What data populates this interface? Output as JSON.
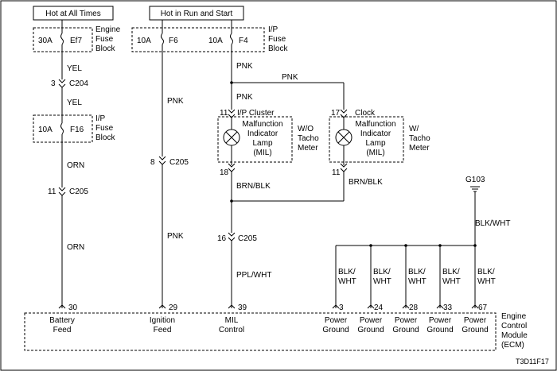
{
  "top_labels": {
    "hot_always": "Hot at All Times",
    "hot_run": "Hot in Run and Start"
  },
  "engine_fuse_block": {
    "amp": "30A",
    "fuse": "Ef7",
    "label": [
      "Engine",
      "Fuse",
      "Block"
    ]
  },
  "ip_fuse_block_top": {
    "amp1": "10A",
    "fuse1": "F6",
    "amp2": "10A",
    "fuse2": "F4",
    "label": [
      "I/P",
      "Fuse",
      "Block"
    ]
  },
  "ip_fuse_block_left": {
    "amp": "10A",
    "fuse": "F16",
    "label": [
      "I/P",
      "Fuse",
      "Block"
    ]
  },
  "wires": {
    "yel_1": "YEL",
    "yel_2": "YEL",
    "c204_pin": "3",
    "c204": "C204",
    "orn_1": "ORN",
    "orn_2": "ORN",
    "c205_left_pin": "11",
    "c205_left": "C205",
    "pnk_mid_1": "PNK",
    "pnk_mid_2": "PNK",
    "c205_mid_pin": "8",
    "c205_mid": "C205",
    "pnk_f4": "PNK",
    "pnk_bridge": "PNK",
    "pnk_down": "PNK",
    "brnblk_1": "BRN/BLK",
    "brnblk_2": "BRN/BLK",
    "c205_mil_pin": "16",
    "c205_mil": "C205",
    "pplwht": "PPL/WHT",
    "g103": "G103",
    "blkwht_main": "BLK/WHT",
    "blkwht_branch": [
      "BLK/",
      "WHT"
    ]
  },
  "cluster_left": {
    "pin_top": "11",
    "connector": "I/P Cluster",
    "lamp": [
      "Malfunction",
      "Indicator",
      "Lamp",
      "(MIL)"
    ],
    "variant": [
      "W/O",
      "Tacho",
      "Meter"
    ],
    "pin_bottom": "18"
  },
  "cluster_right": {
    "pin_top": "17",
    "connector": "Clock",
    "lamp": [
      "Malfunction",
      "Indicator",
      "Lamp",
      "(MIL)"
    ],
    "variant": [
      "W/",
      "Tacho",
      "Meter"
    ],
    "pin_bottom": "11"
  },
  "ecm": {
    "pins": [
      "30",
      "29",
      "39",
      "3",
      "24",
      "28",
      "33",
      "67"
    ],
    "labels": [
      [
        "Battery",
        "Feed"
      ],
      [
        "Ignition",
        "Feed"
      ],
      [
        "MIL",
        "Control"
      ],
      [
        "Power",
        "Ground"
      ],
      [
        "Power",
        "Ground"
      ],
      [
        "Power",
        "Ground"
      ],
      [
        "Power",
        "Ground"
      ],
      [
        "Power",
        "Ground"
      ]
    ],
    "module": [
      "Engine",
      "Control",
      "Module",
      "(ECM)"
    ]
  },
  "figure_id": "T3D11F17"
}
